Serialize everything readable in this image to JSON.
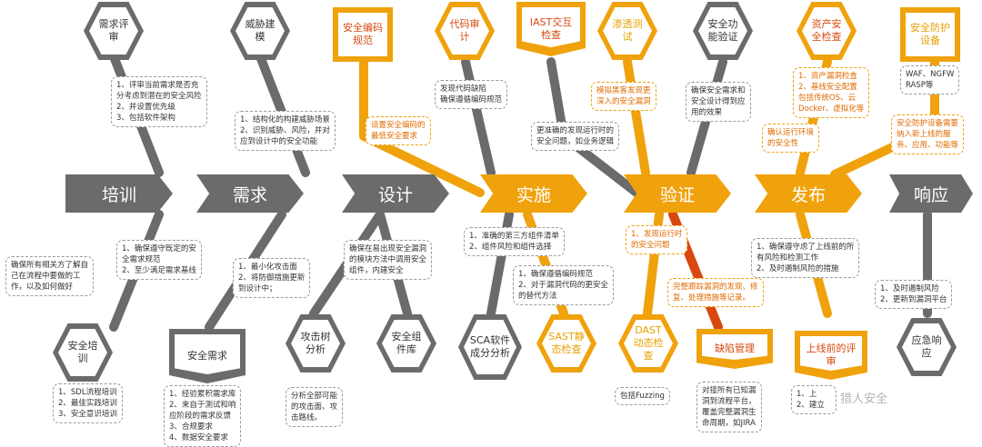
{
  "phases": [
    {
      "label": "培训",
      "color": "#6b6b6b"
    },
    {
      "label": "需求",
      "color": "#6b6b6b"
    },
    {
      "label": "设计",
      "color": "#6b6b6b"
    },
    {
      "label": "实施",
      "color": "#f0a20c"
    },
    {
      "label": "验证",
      "color": "#f0a20c"
    },
    {
      "label": "发布",
      "color": "#f0a20c"
    },
    {
      "label": "响应",
      "color": "#6b6b6b"
    }
  ],
  "top_nodes": [
    {
      "label": "需求评审"
    },
    {
      "label": "威胁建模"
    },
    {
      "label": "安全编码规范"
    },
    {
      "label": "代码审计"
    },
    {
      "label": "IAST交互检查"
    },
    {
      "label": "渗透测试"
    },
    {
      "label": "安全功能验证"
    },
    {
      "label": "资产安全检查"
    },
    {
      "label": "安全防护设备"
    }
  ],
  "bottom_nodes": [
    {
      "label": "安全培训"
    },
    {
      "label": "安全需求"
    },
    {
      "label": "攻击树分析"
    },
    {
      "label": "安全组件库"
    },
    {
      "label": "SCA软件成分分析"
    },
    {
      "label": "SAST静态检查"
    },
    {
      "label": "DAST动态检查"
    },
    {
      "label": "缺陷管理"
    },
    {
      "label": "上线前的评审"
    },
    {
      "label": "应急响应"
    }
  ],
  "notes": {
    "req_review": [
      "1、评审当前需求是否充",
      "分考虑到潜在的安全风险",
      "2、并设置优先级",
      "3、包括软件架构"
    ],
    "threat": [
      "1、结构化的构建威胁场景",
      "2、识别威胁、风险，并对",
      "应到设计中的安全功能"
    ],
    "coding": [
      "设置安全编码的",
      "最低安全要求"
    ],
    "audit": [
      "发现代码缺陷",
      "确保遵循编码规范"
    ],
    "iast": [
      "更准确的发现运行时的",
      "安全问题，如业务逻辑"
    ],
    "pentest": [
      "模拟黑客发现更",
      "深入的安全漏洞"
    ],
    "secfunc": [
      "确保安全需求和",
      "安全设计得到应",
      "用的效果"
    ],
    "env": [
      "确认运行环境",
      "的安全性"
    ],
    "asset": [
      "1、资产漏洞检查",
      "2、基线安全配置",
      "包括传统OS、云",
      "Docker、虚拟化等"
    ],
    "waf": [
      "WAF、NGFW",
      "RASP等"
    ],
    "protect": [
      "安全防护设备需要",
      "纳入新上线的服",
      "务、应用、功能等"
    ],
    "training": [
      "确保所有相关方了解自",
      "己在流程中要做的工",
      "作，以及如何做好"
    ],
    "req": [
      "1、确保遵守既定的安",
      "全需求规范",
      "2、至少满足需求基线"
    ],
    "design_min": [
      "1、最小化攻击面",
      "2、将防御措施更新",
      "到设计中；"
    ],
    "design_lib": [
      "确保在易出现安全漏洞",
      "的模块方法中调用安全",
      "组件，内建安全"
    ],
    "impl_sca": [
      "1、准确的第三方组件清单",
      "2、组件风险和组件选择"
    ],
    "impl_sast": [
      "1、确保遵循编码规范",
      "2、对于漏洞代码的更安全",
      "的替代方法"
    ],
    "runtime": [
      "1、发现运行时",
      "的安全问题"
    ],
    "track": [
      "完整跟踪漏洞的发现、修",
      "复、处理措施等记录。"
    ],
    "release": [
      "1、确保遵守虑了上线前的所",
      "有风险和检测工作",
      "2、及时遏制风险的措施"
    ],
    "response": [
      "1、及时遏制风险",
      "2、更新到漏洞平台"
    ],
    "training_list": [
      "1、SDL流程培训",
      "2、最佳实践培训",
      "3、安全意识培训"
    ],
    "req_list": [
      "1、经验累积需求库",
      "2、来自于测试和响",
      "应阶段的需求反馈",
      "3、合规要求",
      "4、数据安全要求"
    ],
    "attack_list": [
      "分析全部可能",
      "的攻击面、攻",
      "击路线。"
    ],
    "fuzz": [
      "包括Fuzzing"
    ],
    "defect_list": [
      "对接所有已知漏",
      "洞到流程平台，",
      "覆盖完整漏洞生",
      "命周期，如JIRA"
    ],
    "prerelease_list": [
      "1、上",
      "2、建立"
    ],
    "watermark": "猎人安全"
  }
}
